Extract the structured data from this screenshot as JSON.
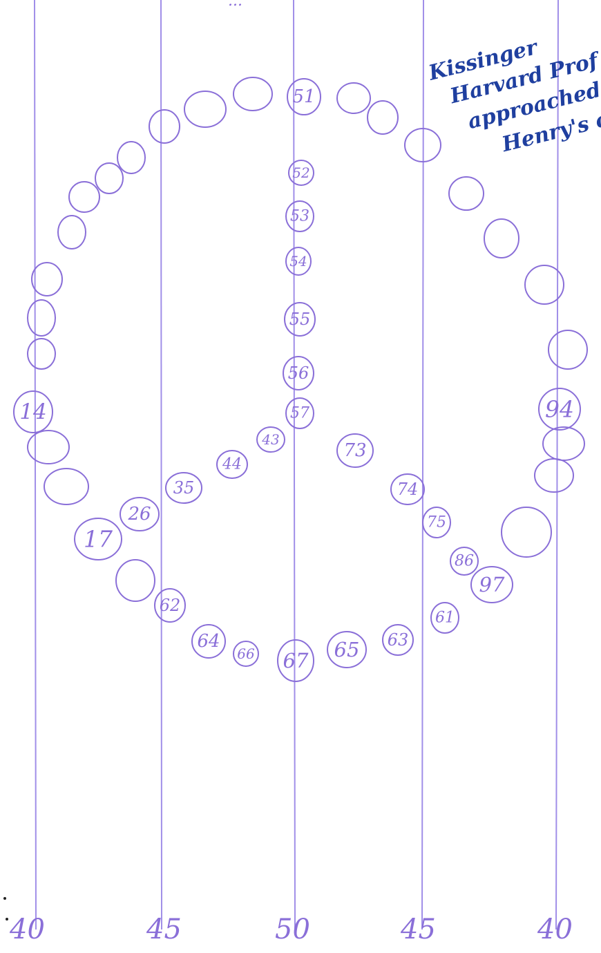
{
  "top_label": "...",
  "note": {
    "color": "#1f3f9f",
    "lines": [
      "Kissinger",
      "Harvard Prof",
      "approached",
      "Henry's on K"
    ]
  },
  "pen_color": "#8a6fd8",
  "line_color": "#a08ee8",
  "yard_lines": [
    "40",
    "45",
    "50",
    "45",
    "40"
  ],
  "circle_labels": [
    "51",
    "52",
    "53",
    "54",
    "55",
    "56",
    "57",
    "14",
    "94",
    "17",
    "26",
    "35",
    "44",
    "43",
    "73",
    "74",
    "75",
    "86",
    "97",
    "62",
    "64",
    "66",
    "67",
    "65",
    "63",
    "61"
  ]
}
